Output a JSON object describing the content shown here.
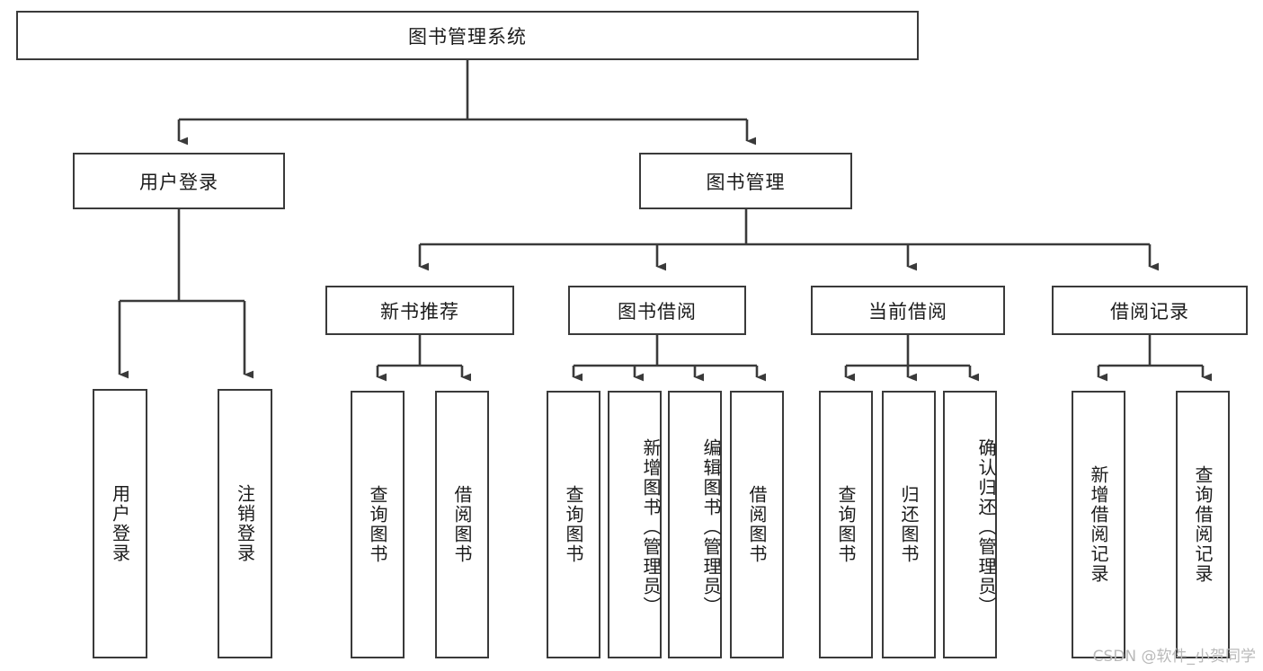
{
  "diagram": {
    "type": "hierarchy-tree",
    "title": "图书管理系统",
    "root": {
      "id": "root",
      "label": "图书管理系统"
    },
    "level2": [
      {
        "id": "user-login",
        "label": "用户登录"
      },
      {
        "id": "book-manage",
        "label": "图书管理"
      }
    ],
    "level3": [
      {
        "id": "new-book-recommend",
        "label": "新书推荐"
      },
      {
        "id": "book-borrow",
        "label": "图书借阅"
      },
      {
        "id": "current-borrow",
        "label": "当前借阅"
      },
      {
        "id": "borrow-record",
        "label": "借阅记录"
      }
    ],
    "leaves": {
      "user_login": [
        {
          "id": "leaf-user-login",
          "label": "用户登录"
        },
        {
          "id": "leaf-user-logout",
          "label": "注销登录"
        }
      ],
      "new_book_recommend": [
        {
          "id": "leaf-query-book-1",
          "label": "查询图书"
        },
        {
          "id": "leaf-borrow-book-1",
          "label": "借阅图书"
        }
      ],
      "book_borrow": [
        {
          "id": "leaf-query-book-2",
          "label": "查询图书"
        },
        {
          "id": "leaf-add-book",
          "label": "新增图书（管理员）"
        },
        {
          "id": "leaf-edit-book",
          "label": "编辑图书（管理员）"
        },
        {
          "id": "leaf-borrow-book-2",
          "label": "借阅图书"
        }
      ],
      "current_borrow": [
        {
          "id": "leaf-query-book-3",
          "label": "查询图书"
        },
        {
          "id": "leaf-return-book",
          "label": "归还图书"
        },
        {
          "id": "leaf-confirm-return",
          "label": "确认归还（管理员）"
        }
      ],
      "borrow_record": [
        {
          "id": "leaf-add-record",
          "label": "新增借阅记录"
        },
        {
          "id": "leaf-query-record",
          "label": "查询借阅记录"
        }
      ]
    }
  },
  "watermark": {
    "text": "CSDN @软件_小贺同学"
  },
  "colors": {
    "stroke": "#3a3a3a",
    "text": "#1b1b1b",
    "background": "#ffffff",
    "watermark": "#b9b9b9"
  }
}
